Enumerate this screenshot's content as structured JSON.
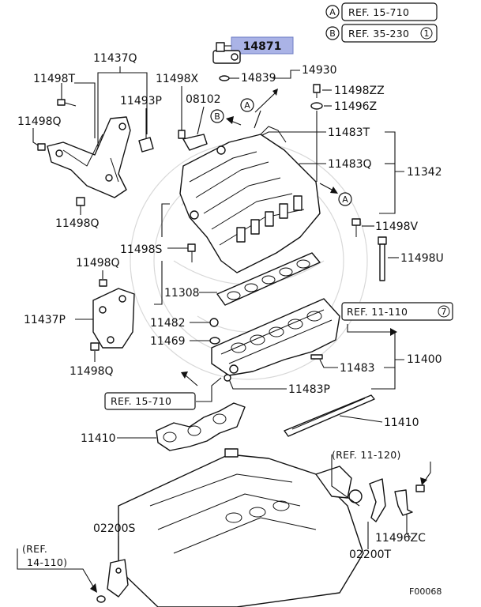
{
  "diagram_code": "F00068",
  "legend": [
    {
      "key": "A",
      "text": "REF. 15-710"
    },
    {
      "key": "B",
      "text": "REF. 35-230",
      "suffix": "1"
    }
  ],
  "highlighted_part": "14871",
  "parts": {
    "p14930": "14930",
    "p14839": "14839",
    "p11437Q": "11437Q",
    "p11498T": "11498T",
    "p11493P": "11493P",
    "p11498X": "11498X",
    "p08102": "08102",
    "p11498ZZ": "11498ZZ",
    "p11496Z": "11496Z",
    "p11498Q_a": "11498Q",
    "p11483T": "11483T",
    "p11483Q": "11483Q",
    "p11342": "11342",
    "p11498Q_b": "11498Q",
    "p11498V": "11498V",
    "p11498S": "11498S",
    "p11498U": "11498U",
    "p11498Q_c": "11498Q",
    "p11308": "11308",
    "p11437P": "11437P",
    "p11482": "11482",
    "p11469": "11469",
    "p11498Q_d": "11498Q",
    "p11483": "11483",
    "p11400": "11400",
    "p11483P": "11483P",
    "p11410_a": "11410",
    "p11410_b": "11410",
    "p02200S": "02200S",
    "p11496ZC": "11496ZC",
    "p02200T": "02200T"
  },
  "refs": {
    "ref_11_110": "REF. 11-110",
    "ref_11_110_num": "7",
    "ref_15_710": "REF. 15-710",
    "ref_11_120": "(REF. 11-120)",
    "ref_14_110_a": "(REF.",
    "ref_14_110_b": "14-110)"
  },
  "callouts": {
    "A": "A",
    "B": "B"
  },
  "colors": {
    "highlight": "#aab3e6",
    "ink": "#111111",
    "watermark": "#d8d8d8"
  }
}
